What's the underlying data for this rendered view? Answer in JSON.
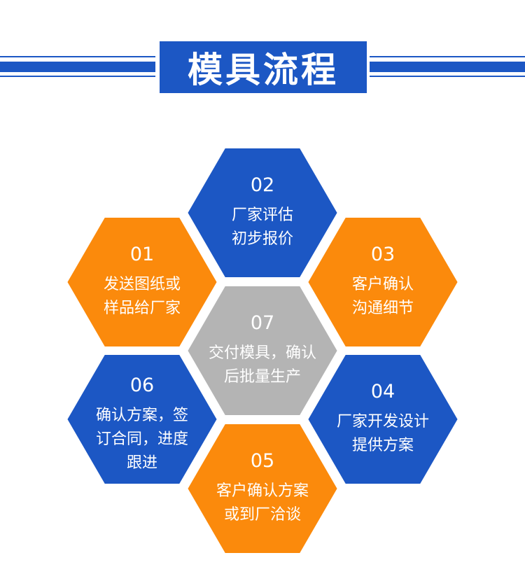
{
  "title": "模具流程",
  "colors": {
    "blue": "#1c57c4",
    "orange": "#fb8a0c",
    "gray": "#b4b4b4",
    "white": "#ffffff"
  },
  "steps": [
    {
      "num": "01",
      "lines": [
        "发送图纸或",
        "样品给厂家"
      ],
      "color": "orange"
    },
    {
      "num": "02",
      "lines": [
        "厂家评估",
        "初步报价"
      ],
      "color": "blue"
    },
    {
      "num": "03",
      "lines": [
        "客户确认",
        "沟通细节"
      ],
      "color": "orange"
    },
    {
      "num": "04",
      "lines": [
        "厂家开发设计",
        "提供方案"
      ],
      "color": "blue"
    },
    {
      "num": "05",
      "lines": [
        "客户确认方案",
        "或到厂洽谈"
      ],
      "color": "orange"
    },
    {
      "num": "06",
      "lines": [
        "确认方案，签",
        "订合同，进度",
        "跟进"
      ],
      "color": "blue"
    },
    {
      "num": "07",
      "lines": [
        "交付模具，确认",
        "后批量生产"
      ],
      "color": "gray"
    }
  ]
}
